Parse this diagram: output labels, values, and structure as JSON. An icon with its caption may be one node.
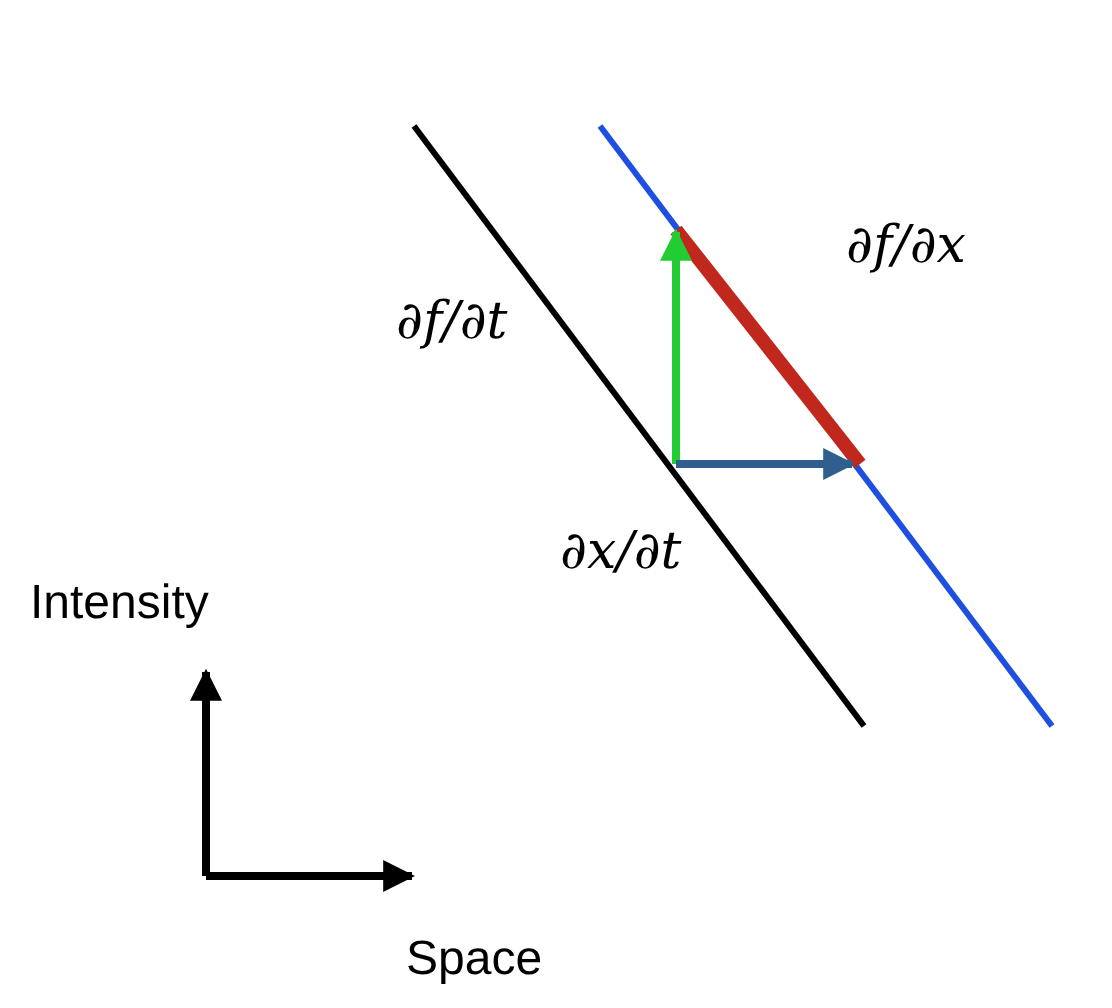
{
  "diagram": {
    "labels": [
      "∂f/∂t",
      "∂f/∂x",
      "∂x/∂t",
      "Intensity",
      "Space"
    ]
  }
}
